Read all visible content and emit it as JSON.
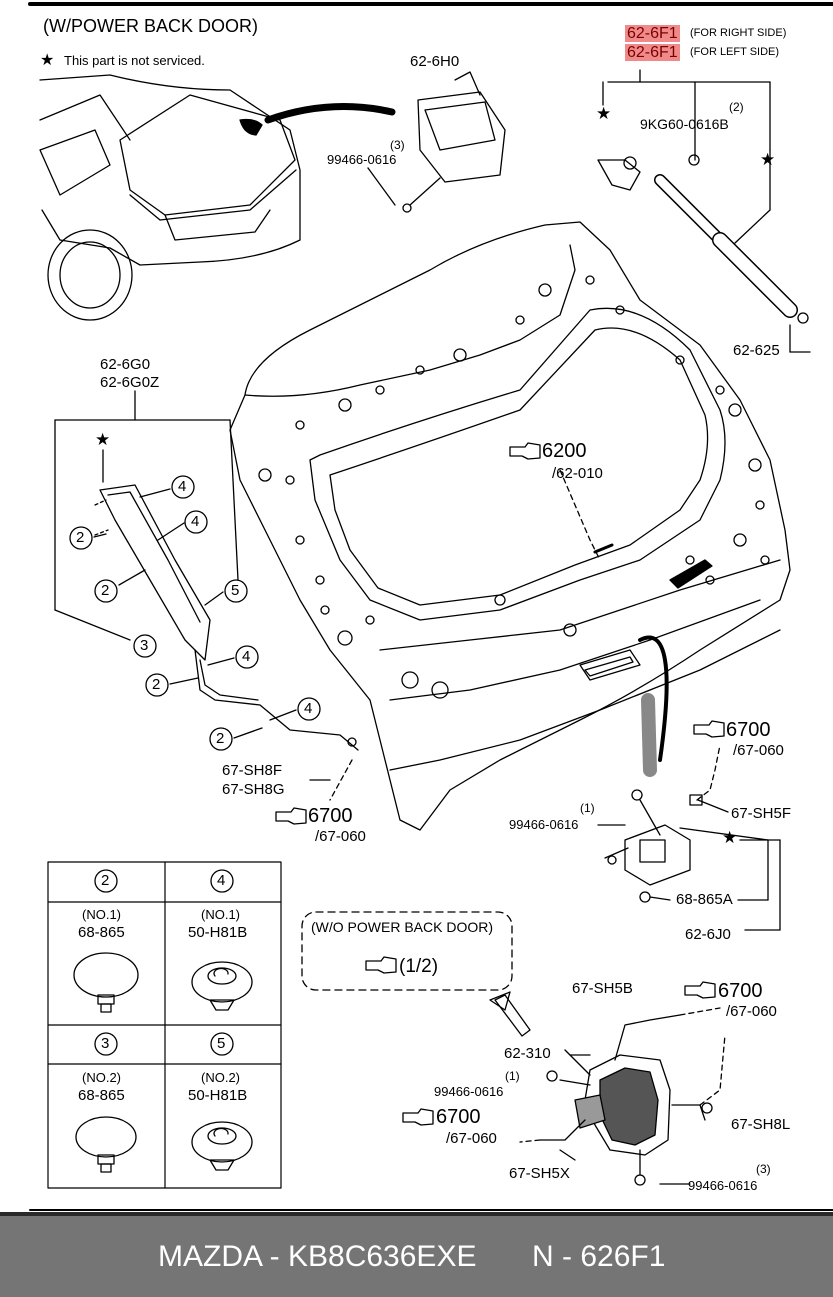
{
  "header": {
    "title": "(W/POWER BACK DOOR)",
    "legend_star": "★",
    "legend_text": "This part is not serviced."
  },
  "parts": {
    "p626f1_a": "62-6F1",
    "p626f1_a_note": "(FOR RIGHT SIDE)",
    "p626f1_b": "62-6F1",
    "p626f1_b_note": "(FOR LEFT SIDE)",
    "p626h0": "62-6H0",
    "qty_3a": "(3)",
    "bolt_a": "99466-0616",
    "qty_2a": "(2)",
    "bolt_9kg": "9KG60-0616B",
    "p62625": "62-625",
    "p626g0": "62-6G0",
    "p626g0z": "62-6G0Z",
    "ref6200": "6200",
    "ref6200_sub": "/62-010",
    "p67sh8f": "67-SH8F",
    "p67sh8g": "67-SH8G",
    "ref6700_a": "6700",
    "ref6700_a_sub": "/67-060",
    "ref6700_b": "6700",
    "ref6700_b_sub": "/67-060",
    "qty_1a": "(1)",
    "bolt_b": "99466-0616",
    "p67sh5f": "67-SH5F",
    "p68865a": "68-865A",
    "p626j0": "62-6J0",
    "wo_title": "(W/O POWER BACK DOOR)",
    "wo_ref": "(1/2)",
    "p67sh5b": "67-SH5B",
    "ref6700_c": "6700",
    "ref6700_c_sub": "/67-060",
    "p62310": "62-310",
    "qty_1b": "(1)",
    "bolt_c": "99466-0616",
    "ref6700_d": "6700",
    "ref6700_d_sub": "/67-060",
    "p67sh8l": "67-SH8L",
    "p67sh5x": "67-SH5X",
    "qty_3b": "(3)",
    "bolt_d": "99466-0616"
  },
  "callouts": {
    "c2": "2",
    "c3": "3",
    "c4": "4",
    "c5": "5"
  },
  "legend_table": {
    "cells": [
      {
        "num": "2",
        "no": "(NO.1)",
        "part": "68-865"
      },
      {
        "num": "4",
        "no": "(NO.1)",
        "part": "50-H81B"
      },
      {
        "num": "3",
        "no": "(NO.2)",
        "part": "68-865"
      },
      {
        "num": "5",
        "no": "(NO.2)",
        "part": "50-H81B"
      }
    ]
  },
  "footer": {
    "left": "MAZDA - KB8C636EXE",
    "right": "N - 626F1"
  },
  "colors": {
    "highlight": "#f08a8a",
    "footer_bg": "#757575"
  }
}
